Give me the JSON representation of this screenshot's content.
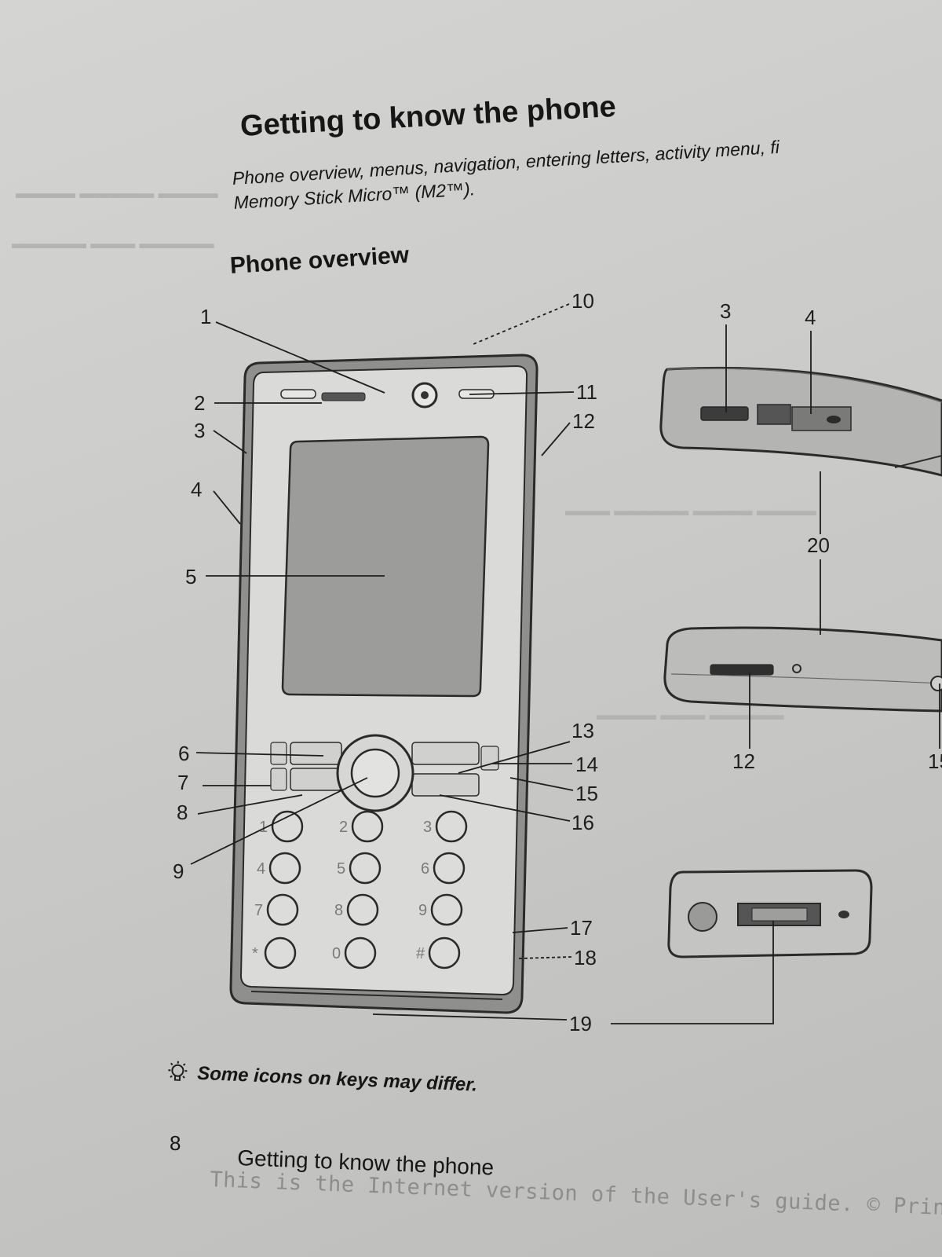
{
  "heading": "Getting to know the phone",
  "subtitle": {
    "line1": "Phone overview, menus, navigation, entering letters, activity menu, fi",
    "line2": "Memory Stick Micro™ (M2™)."
  },
  "section_heading": "Phone overview",
  "callouts": {
    "c1": "1",
    "c2": "2",
    "c3": "3",
    "c4": "4",
    "c5": "5",
    "c6": "6",
    "c7": "7",
    "c8": "8",
    "c9": "9",
    "c10": "10",
    "c11": "11",
    "c12": "12",
    "c13": "13",
    "c14": "14",
    "c15": "15",
    "c16": "16",
    "c17": "17",
    "c18": "18",
    "c19": "19",
    "c20": "20",
    "c3b": "3",
    "c4b": "4",
    "c12b": "12",
    "c15b": "15"
  },
  "keypad_keys": [
    "1",
    "2",
    "3",
    "4",
    "5",
    "6",
    "7",
    "8",
    "9",
    "*",
    "0",
    "#"
  ],
  "tip": {
    "icon": "lightbulb-icon",
    "text": "Some icons on keys may differ."
  },
  "page_number": "8",
  "footer_title": "Getting to know the phone",
  "watermark": "This is the Internet version of the User's guide. © Print only"
}
